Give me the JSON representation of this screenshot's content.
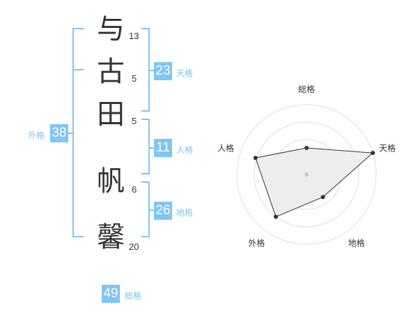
{
  "characters": [
    {
      "char": "与",
      "strokes": "13"
    },
    {
      "char": "古",
      "strokes": "5"
    },
    {
      "char": "田",
      "strokes": "5"
    },
    {
      "char": "帆",
      "strokes": "6"
    },
    {
      "char": "馨",
      "strokes": "20"
    }
  ],
  "kaku": {
    "tenkaku": {
      "value": "23",
      "label": "天格"
    },
    "jinkaku": {
      "value": "11",
      "label": "人格"
    },
    "chikaku": {
      "value": "26",
      "label": "地格"
    },
    "gaikaku": {
      "value": "38",
      "label": "外格"
    },
    "soukaku": {
      "value": "49",
      "label": "総格"
    }
  },
  "chart_data": {
    "type": "radar",
    "axes": [
      "総格",
      "天格",
      "地格",
      "外格",
      "人格"
    ],
    "values": [
      0.38,
      1.0,
      0.4,
      0.75,
      0.77
    ],
    "rings": 4,
    "colors": {
      "accent": "#7fc5f5",
      "polygon_fill": "#eeeeee",
      "line": "#333333",
      "ring": "#dddddd"
    }
  }
}
